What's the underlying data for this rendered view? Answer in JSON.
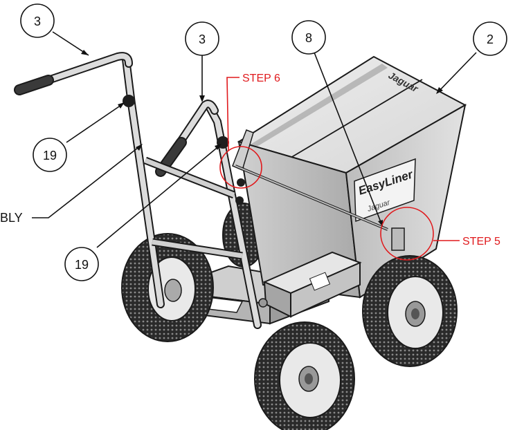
{
  "callouts": [
    {
      "id": "callout-3-left",
      "text": "3"
    },
    {
      "id": "callout-3-right",
      "text": "3"
    },
    {
      "id": "callout-8",
      "text": "8"
    },
    {
      "id": "callout-2",
      "text": "2"
    },
    {
      "id": "callout-19-top",
      "text": "19"
    },
    {
      "id": "callout-19-bottom",
      "text": "19"
    }
  ],
  "steps": {
    "step6": "STEP 6",
    "step5": "STEP 5"
  },
  "partial_label": "BLY",
  "hopper_logo": {
    "brand_side": "Jaguar",
    "brand_front": "EasyLiner",
    "brand_front_sub": "Jaguar"
  },
  "colors": {
    "step_red": "#e0191c",
    "line": "#111111"
  }
}
